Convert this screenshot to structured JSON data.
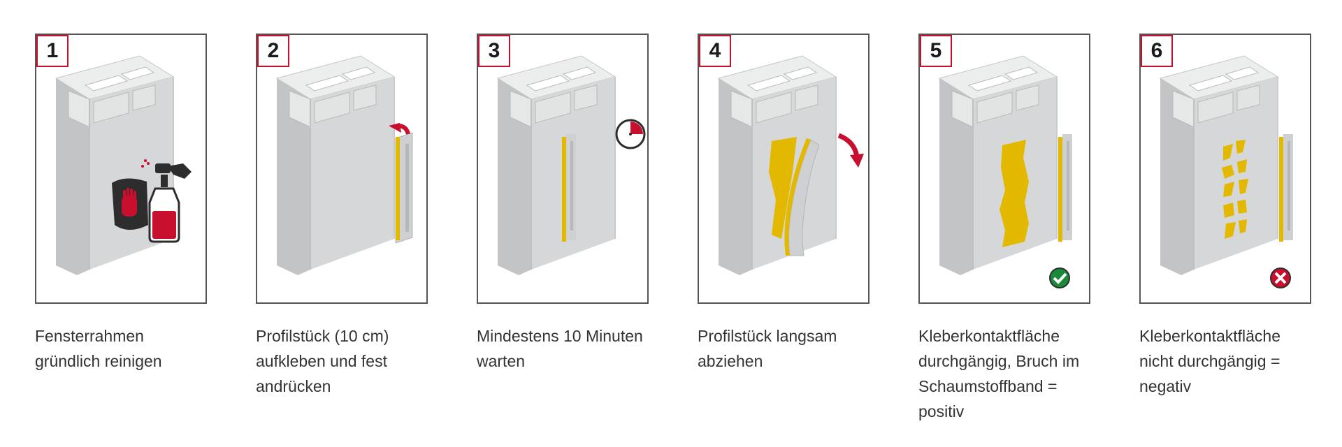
{
  "steps": [
    {
      "number": "1",
      "caption": "Fensterrahmen gründlich reinigen",
      "icon": "cleaning-spray-cloth"
    },
    {
      "number": "2",
      "caption": "Profilstück (10 cm) aufkleben und fest andrücken",
      "icon": "apply-profile-arrow"
    },
    {
      "number": "3",
      "caption": "Mindestens 10 Minuten warten",
      "icon": "timer-clock"
    },
    {
      "number": "4",
      "caption": "Profilstück langsam abziehen",
      "icon": "peel-arrow"
    },
    {
      "number": "5",
      "caption": "Kleberkontaktfläche durchgängig, Bruch im Schaumstoffband = positiv",
      "icon": "check-mark"
    },
    {
      "number": "6",
      "caption": "Kleberkontaktfläche nicht durchgängig = negativ",
      "icon": "cross-mark"
    }
  ],
  "colors": {
    "accent_red": "#c8102e",
    "adhesive_yellow": "#e3b800",
    "frame_grey": "#d6d7d8",
    "positive_green": "#1a8a3a",
    "negative_red": "#c8102e",
    "border_grey": "#555555"
  }
}
